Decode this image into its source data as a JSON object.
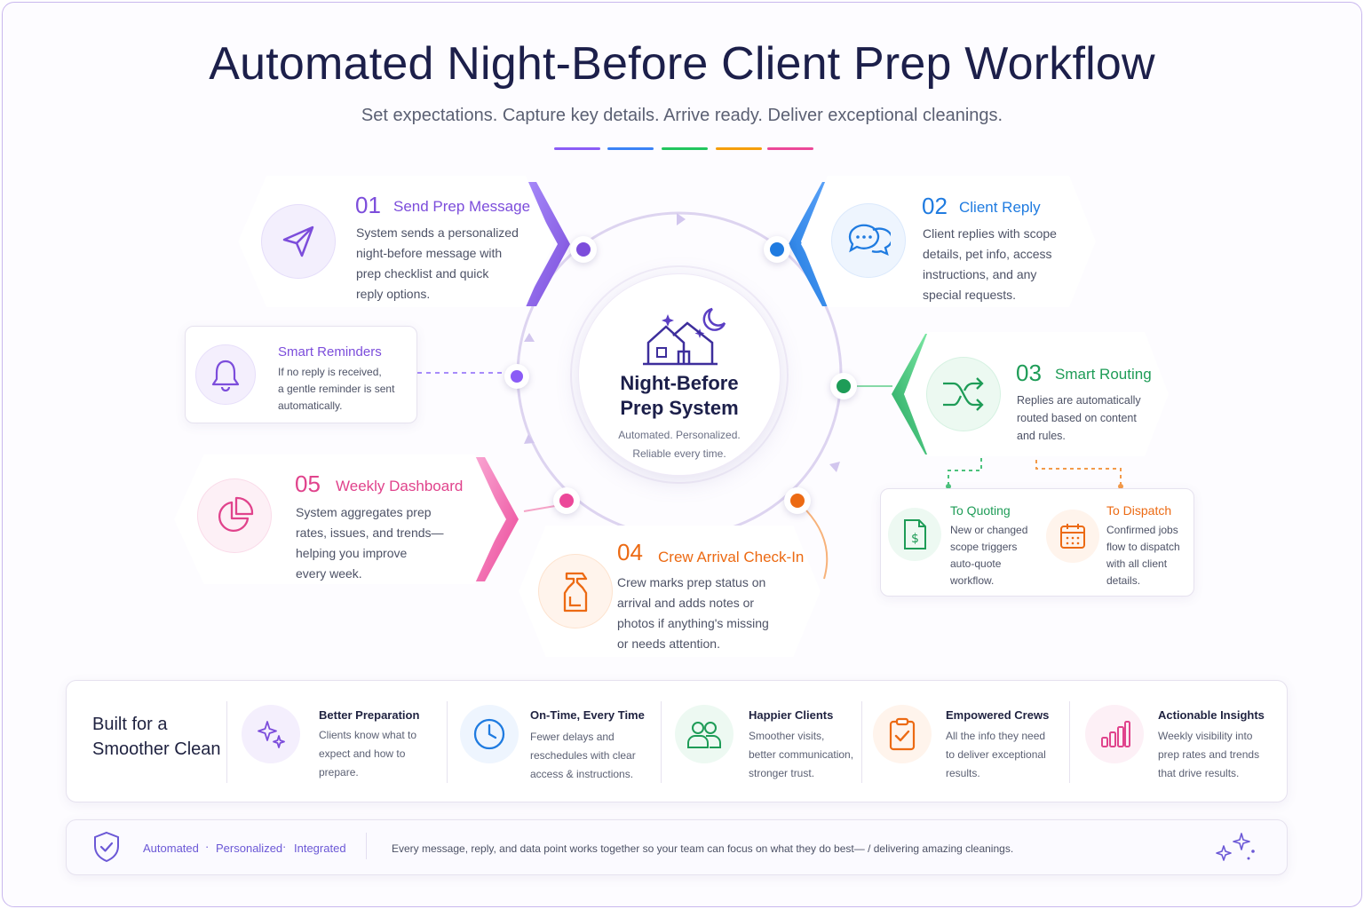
{
  "header": {
    "title": "Automated Night-Before Client Prep Workflow",
    "subtitle": "Set expectations. Capture key details. Arrive ready. Deliver exceptional cleanings.",
    "dash_colors": [
      "#8b5cf6",
      "#3b82f6",
      "#22c55e",
      "#f59e0b",
      "#ec4899"
    ]
  },
  "center": {
    "title_line1": "Night-Before",
    "title_line2": "Prep System",
    "sub_line1": "Automated. Personalized.",
    "sub_line2": "Reliable every time.",
    "icon": "house-moon-stars-icon"
  },
  "steps": [
    {
      "num": "01",
      "title": "Send Prep Message",
      "color": "#7c4ddb",
      "icon": "paper-plane-icon",
      "body": [
        "System sends a personalized",
        "night-before message with",
        "prep checklist and quick",
        "reply options."
      ]
    },
    {
      "num": "02",
      "title": "Client Reply",
      "color": "#1f7be0",
      "icon": "chat-bubbles-icon",
      "body": [
        "Client replies with scope",
        "details, pet info, access",
        "instructions, and any",
        "special requests."
      ]
    },
    {
      "num": "03",
      "title": "Smart Routing",
      "color": "#1e9c57",
      "icon": "shuffle-icon",
      "body": [
        "Replies are automatically",
        "routed based on content",
        "and rules."
      ]
    },
    {
      "num": "04",
      "title": "Crew Arrival Check-In",
      "color": "#ec6a13",
      "icon": "spray-bottle-icon",
      "body": [
        "Crew marks prep status on",
        "arrival and adds notes or",
        "photos if anything's missing",
        "or needs attention."
      ]
    },
    {
      "num": "05",
      "title": "Weekly Dashboard",
      "color": "#e0438c",
      "icon": "pie-chart-icon",
      "body": [
        "System aggregates prep",
        "rates, issues, and trends—",
        "helping you improve",
        "every week."
      ]
    }
  ],
  "reminders": {
    "title": "Smart Reminders",
    "icon": "bell-icon",
    "body": [
      "If no reply is received,",
      "a gentle reminder is sent",
      "automatically."
    ]
  },
  "routes": [
    {
      "title": "To Quoting",
      "color": "#1e9c57",
      "icon": "dollar-document-icon",
      "body": [
        "New or changed",
        "scope triggers",
        "auto-quote",
        "workflow."
      ]
    },
    {
      "title": "To Dispatch",
      "color": "#ec6a13",
      "icon": "calendar-icon",
      "body": [
        "Confirmed jobs",
        "flow to dispatch",
        "with all client",
        "details."
      ]
    }
  ],
  "benefits": {
    "heading_line1": "Built for a",
    "heading_line2": "Smoother Clean",
    "items": [
      {
        "title": "Better Preparation",
        "icon": "sparkles-icon",
        "body": [
          "Clients know what to",
          "expect and how to",
          "prepare."
        ]
      },
      {
        "title": "On-Time, Every Time",
        "icon": "clock-icon",
        "body": [
          "Fewer delays and",
          "reschedules with clear",
          "access & instructions."
        ]
      },
      {
        "title": "Happier Clients",
        "icon": "users-icon",
        "body": [
          "Smoother visits,",
          "better communication,",
          "stronger trust."
        ]
      },
      {
        "title": "Empowered Crews",
        "icon": "clipboard-check-icon",
        "body": [
          "All the info they need",
          "to deliver exceptional",
          "results."
        ]
      },
      {
        "title": "Actionable Insights",
        "icon": "bar-chart-icon",
        "body": [
          "Weekly visibility into",
          "prep rates and trends",
          "that drive results."
        ]
      }
    ]
  },
  "footer": {
    "tags": [
      "Automated",
      "Personalized",
      "Integrated"
    ],
    "separator": "·",
    "message": "Every message, reply, and data point works together so your team can focus on what they do best— / delivering amazing cleanings.",
    "shield_icon": "shield-check-icon",
    "sparkle_icon": "sparkles-icon"
  }
}
